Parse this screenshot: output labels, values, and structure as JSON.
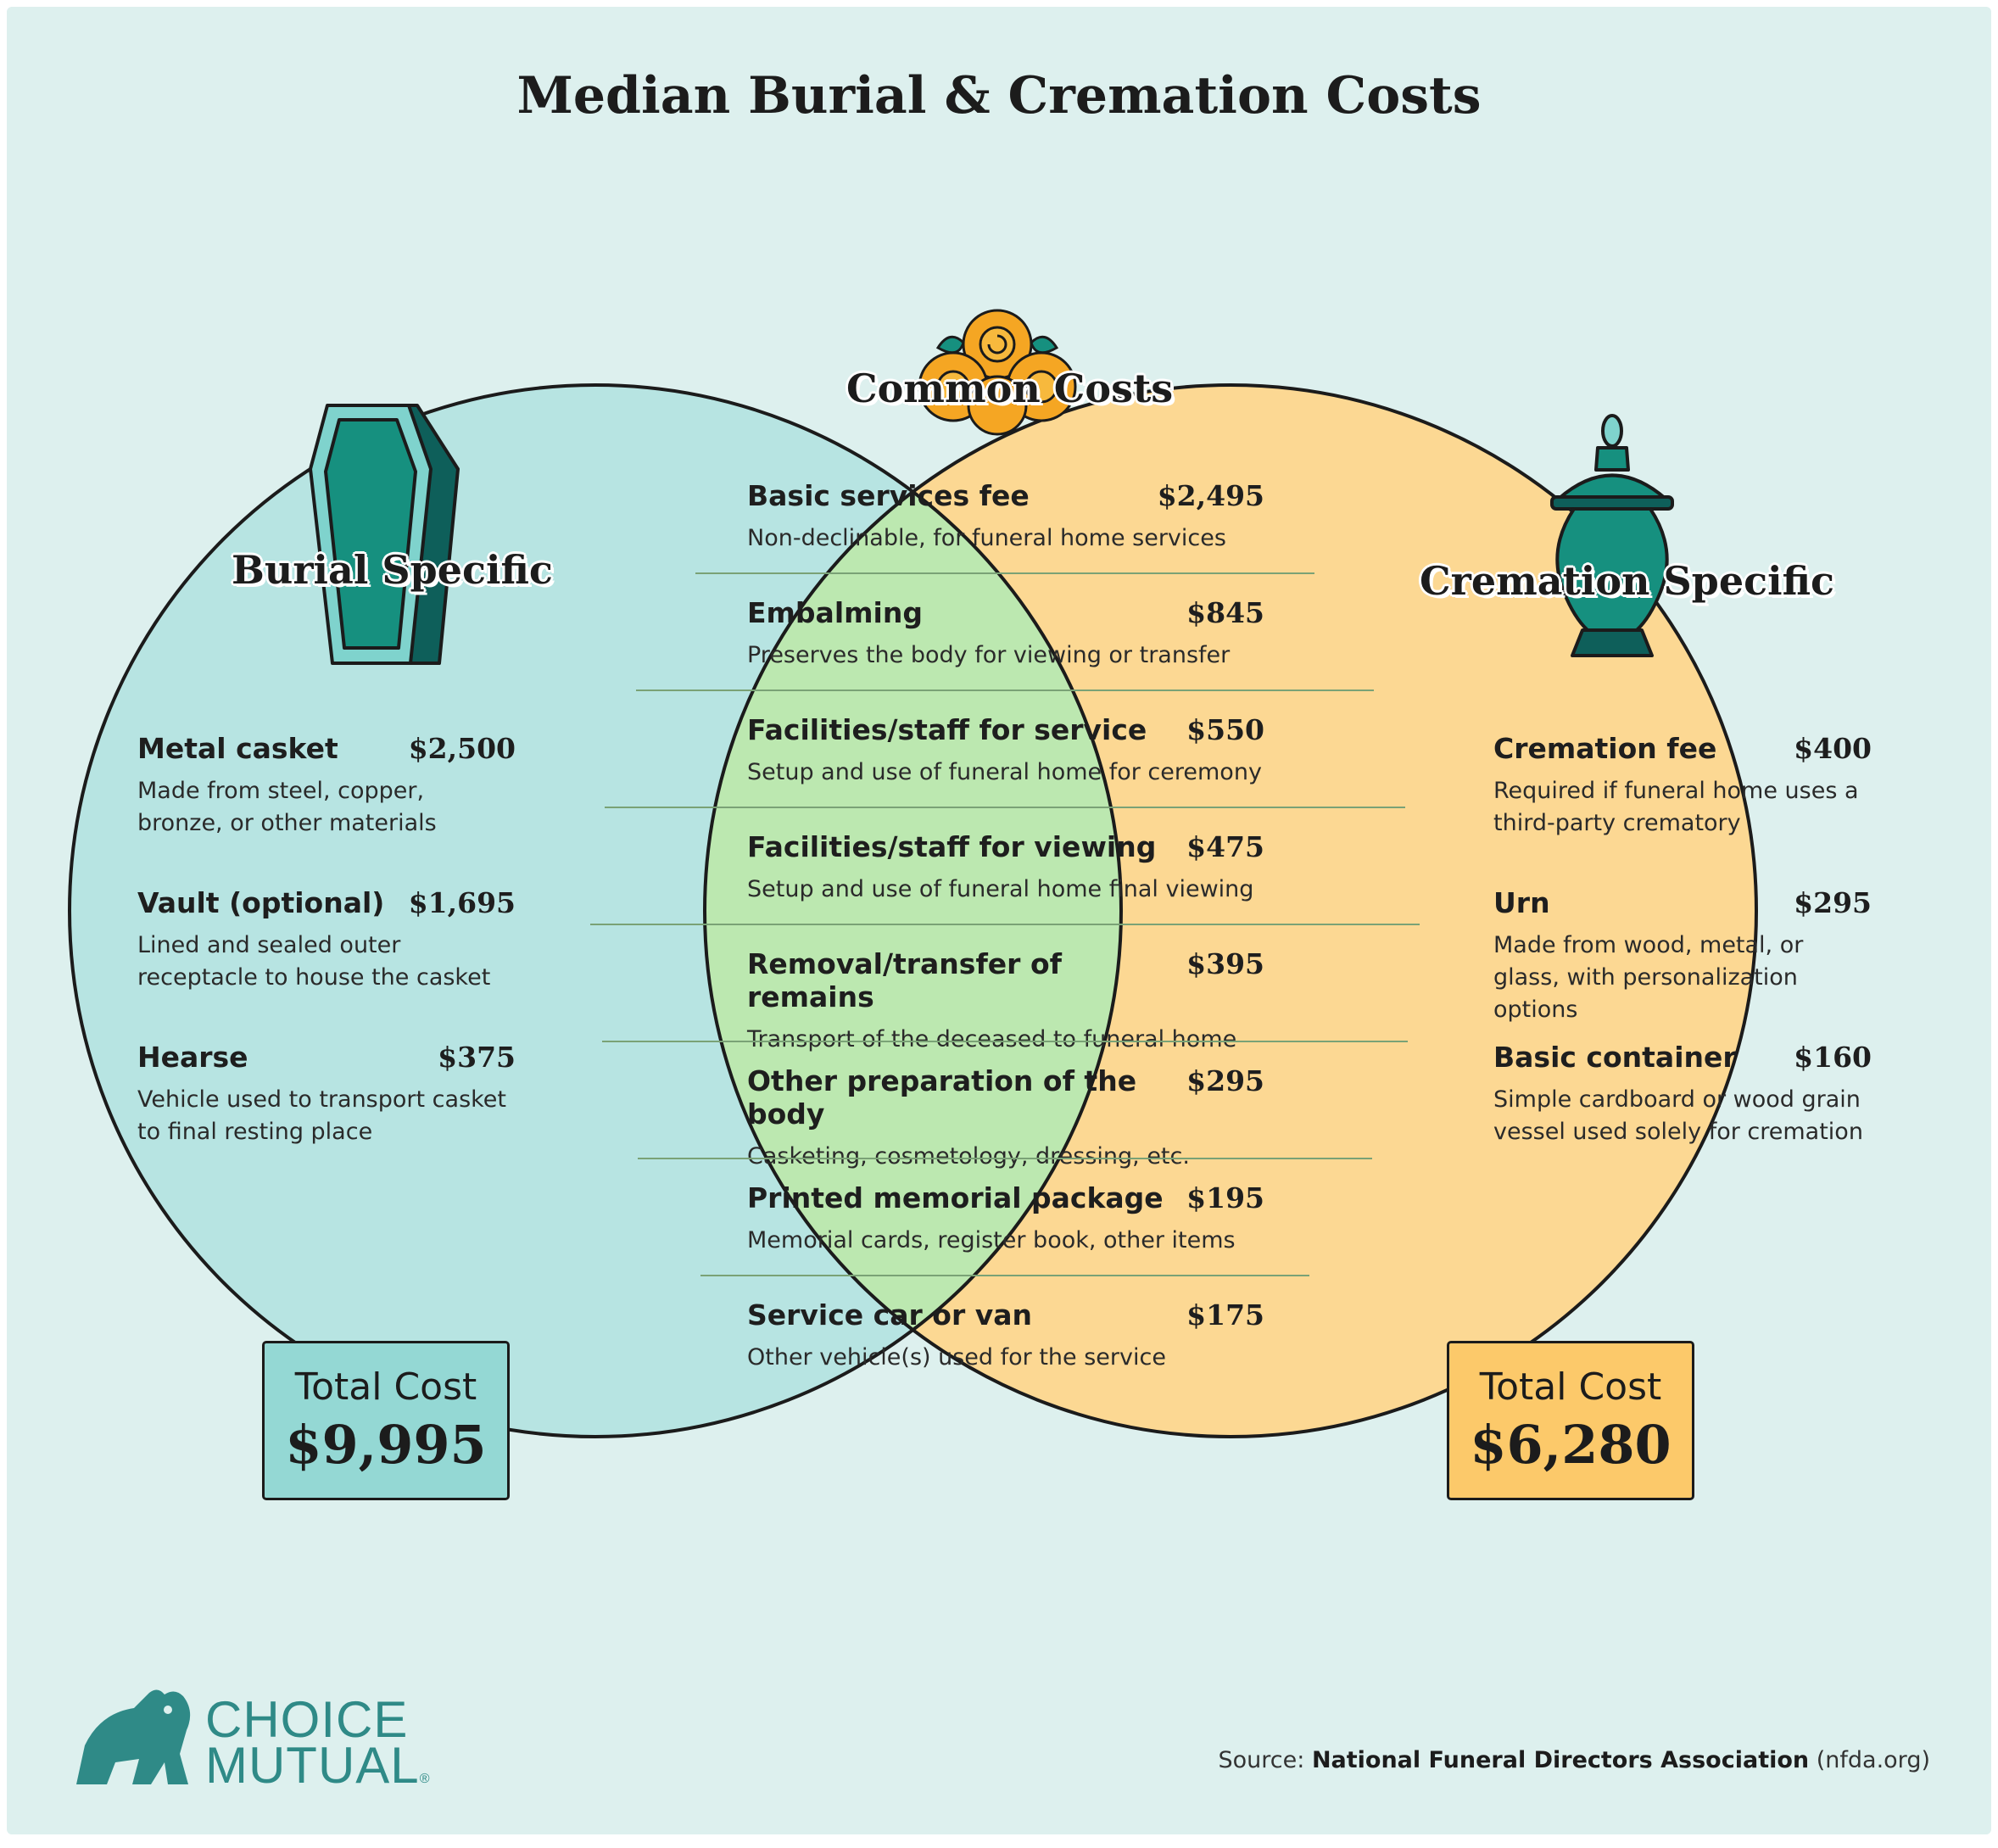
{
  "title": "Median Burial & Cremation Costs",
  "colors": {
    "page_background": "#ddf0ee",
    "burial_circle": "#b7e4e2",
    "cremation_circle": "#fcd893",
    "common_overlap": "#bce8b0",
    "burial_total_box": "#94d8d4",
    "cremation_total_box": "#fcc96a",
    "icon_teal": "#16907f",
    "flower_orange": "#f5a623",
    "brand_teal": "#2f8a87"
  },
  "icons": {
    "burial": "coffin-icon",
    "common": "flower-bouquet-icon",
    "cremation": "urn-icon",
    "logo": "bear-logo-icon"
  },
  "burial": {
    "heading": "Burial Specific",
    "items": [
      {
        "name": "Metal casket",
        "cost": "$2,500",
        "desc": "Made from steel, copper, bronze, or other materials"
      },
      {
        "name": "Vault (optional)",
        "cost": "$1,695",
        "desc": "Lined and sealed outer receptacle to house the casket"
      },
      {
        "name": "Hearse",
        "cost": "$375",
        "desc": "Vehicle used to transport casket to final resting place"
      }
    ],
    "total_label": "Total Cost",
    "total_value": "$9,995"
  },
  "common": {
    "heading": "Common Costs",
    "items": [
      {
        "name": "Basic services fee",
        "cost": "$2,495",
        "desc": "Non-declinable, for funeral home services"
      },
      {
        "name": "Embalming",
        "cost": "$845",
        "desc": "Preserves the body for viewing or transfer"
      },
      {
        "name": "Facilities/staff for service",
        "cost": "$550",
        "desc": "Setup and use of funeral home for ceremony"
      },
      {
        "name": "Facilities/staff for viewing",
        "cost": "$475",
        "desc": "Setup and use of funeral home final viewing"
      },
      {
        "name": "Removal/transfer of remains",
        "cost": "$395",
        "desc": "Transport of the deceased to funeral home"
      },
      {
        "name": "Other preparation of the body",
        "cost": "$295",
        "desc": "Casketing, cosmetology, dressing, etc."
      },
      {
        "name": "Printed memorial package",
        "cost": "$195",
        "desc": "Memorial cards, register book, other items"
      },
      {
        "name": "Service car or van",
        "cost": "$175",
        "desc": "Other vehicle(s) used for the service"
      }
    ]
  },
  "cremation": {
    "heading": "Cremation Specific",
    "items": [
      {
        "name": "Cremation fee",
        "cost": "$400",
        "desc": "Required if funeral home uses a third-party crematory"
      },
      {
        "name": "Urn",
        "cost": "$295",
        "desc": "Made from wood, metal, or glass, with personalization options"
      },
      {
        "name": "Basic container",
        "cost": "$160",
        "desc": "Simple cardboard or wood grain vessel used solely for cremation"
      }
    ],
    "total_label": "Total Cost",
    "total_value": "$6,280"
  },
  "logo": {
    "line1": "CHOICE",
    "line2": "MUTUAL",
    "mark": "®"
  },
  "source": {
    "prefix": "Source:",
    "org": "National Funeral Directors Association",
    "suffix": "(nfda.org)"
  }
}
